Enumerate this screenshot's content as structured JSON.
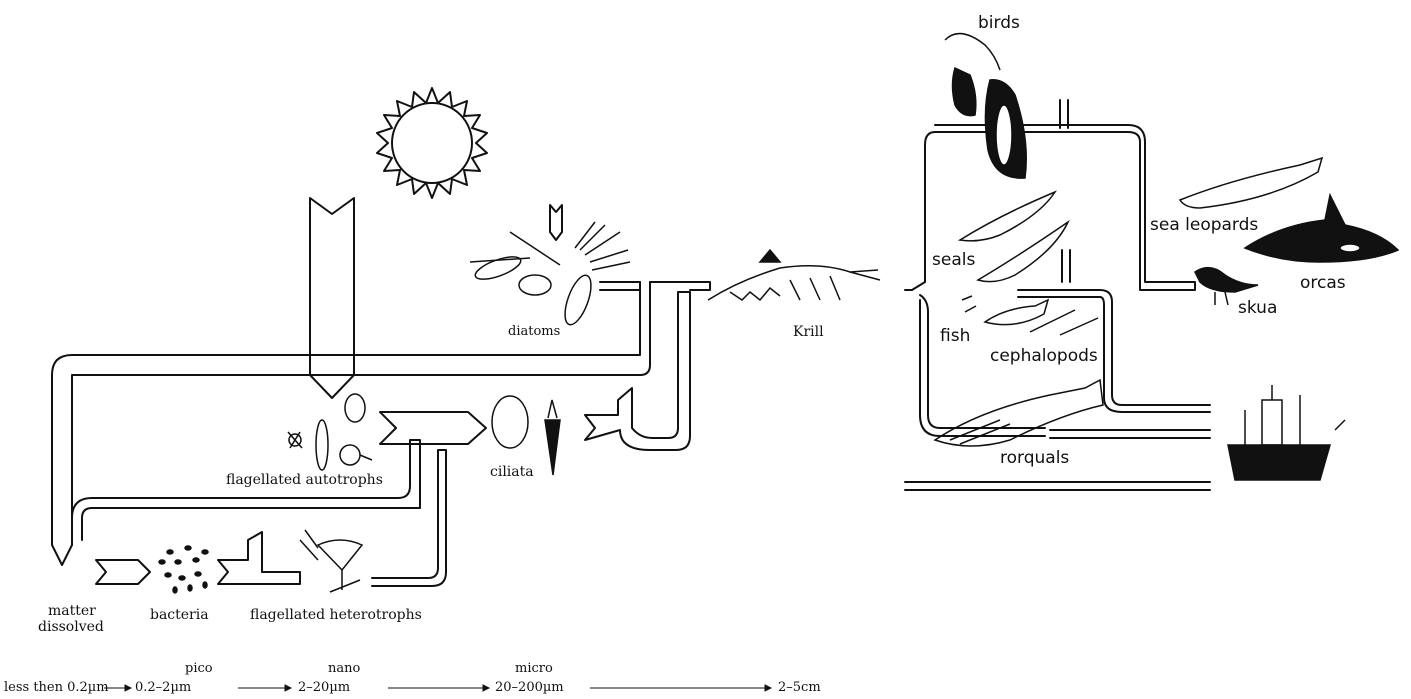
{
  "labels": {
    "diatoms": "diatoms",
    "krill": "Krill",
    "flagellated_autotrophs": "flagellated  autotrophs",
    "ciliata": "ciliata",
    "matter_dissolved_1": "matter",
    "matter_dissolved_2": "dissolved",
    "bacteria": "bacteria",
    "flagellated_heterotrophs": "flagellated  heterotrophs",
    "birds": "birds",
    "seals": "seals",
    "sea_leopards": "sea leopards",
    "orcas": "orcas",
    "skua": "skua",
    "fish": "fish",
    "cephalopods": "cephalopods",
    "rorquals": "rorquals"
  },
  "scale": {
    "pico": "pico",
    "nano": "nano",
    "micro": "micro",
    "less_then": "less then 0.2µm",
    "pico_range": "0.2–2µm",
    "nano_range": "2–20µm",
    "micro_range": "20–200µm",
    "large_range": "2–5cm"
  }
}
